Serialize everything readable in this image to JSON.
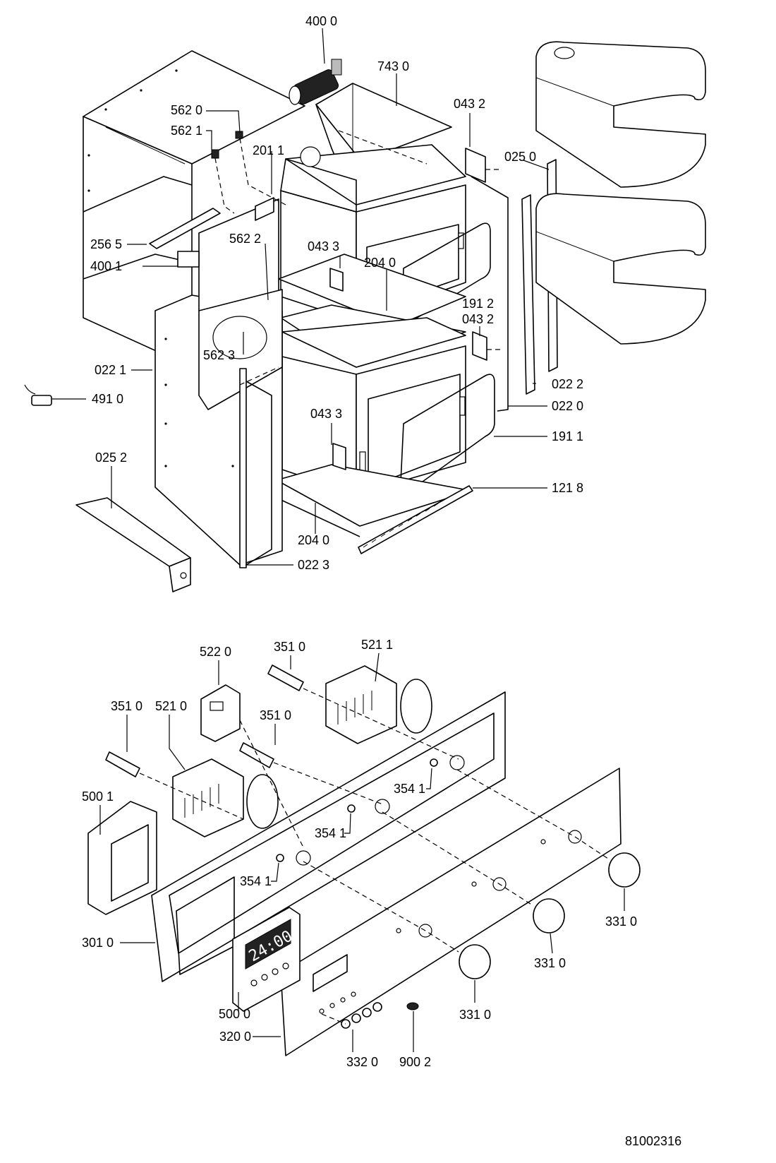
{
  "labels": {
    "p4000": "400 0",
    "p7430": "743 0",
    "p5620": "562 0",
    "p5621": "562 1",
    "p2011": "201 1",
    "p0432a": "043 2",
    "p0250": "025 0",
    "p2565": "256 5",
    "p5622": "562 2",
    "p0433a": "043 3",
    "p2040a": "204 0",
    "p4001": "400 1",
    "p1912": "191 2",
    "p0432b": "043 2",
    "p5623": "562 3",
    "p0221": "022 1",
    "p0222": "022 2",
    "p4910": "491 0",
    "p0220": "022 0",
    "p0433b": "043 3",
    "p1911": "191 1",
    "p0252": "025 2",
    "p1218": "121 8",
    "p2040b": "204 0",
    "p0223": "022 3",
    "p5220": "522 0",
    "p3510a": "351 0",
    "p5211": "521 1",
    "p3510b": "351 0",
    "p5210": "521 0",
    "p3510c": "351 0",
    "p5001": "500 1",
    "p3541a": "354 1",
    "p3541b": "354 1",
    "p3541c": "354 1",
    "p3310a": "331 0",
    "p3010": "301 0",
    "p3310b": "331 0",
    "p5000": "500 0",
    "p3310c": "331 0",
    "p3200": "320 0",
    "p3320": "332 0",
    "p9002": "900 2"
  },
  "display_reading": "24:00",
  "drawing_number": "81002316"
}
